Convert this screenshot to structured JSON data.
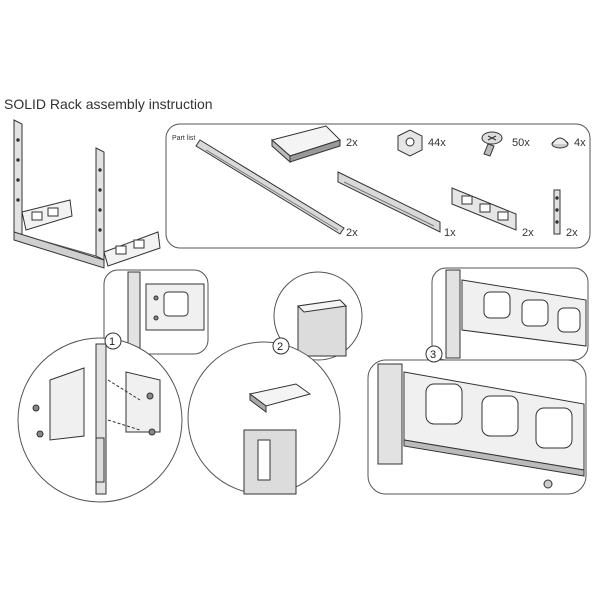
{
  "title": "SOLID Rack assembly instruction",
  "part_list": {
    "label": "Part list",
    "items": [
      {
        "name": "long-rail",
        "qty": "2x"
      },
      {
        "name": "end-cap",
        "qty": "2x"
      },
      {
        "name": "back-bar",
        "qty": "1x"
      },
      {
        "name": "cage-nut",
        "qty": "44x"
      },
      {
        "name": "screw",
        "qty": "50x"
      },
      {
        "name": "rubber-foot",
        "qty": "4x"
      },
      {
        "name": "side-bracket",
        "qty": "2x"
      },
      {
        "name": "connector-strip",
        "qty": "2x"
      }
    ]
  },
  "steps": [
    "1",
    "2",
    "3"
  ],
  "colors": {
    "line": "#333333",
    "metal": "#d9d9d9",
    "dark": "#555555"
  }
}
